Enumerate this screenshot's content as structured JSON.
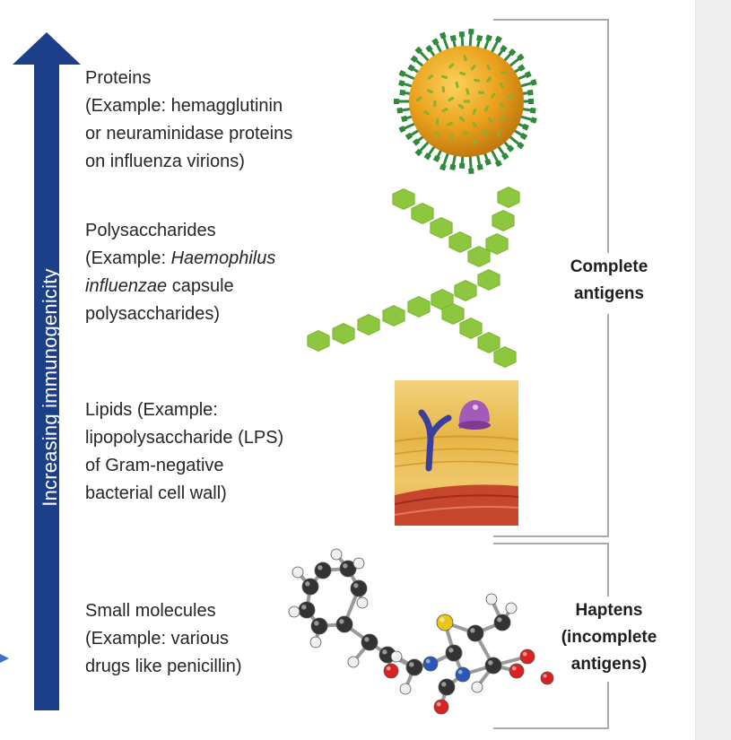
{
  "arrow": {
    "label": "Increasing immunogenicity",
    "color": "#1d3f8a"
  },
  "items": [
    {
      "lines": [
        "Proteins",
        "(Example: hemagglutinin",
        "or neuraminidase proteins",
        "on influenza virions)"
      ]
    },
    {
      "line1": "Polysaccharides",
      "line2_pre": "(Example: ",
      "line2_italic": "Haemophilus",
      "line3_italic": "influenzae",
      "line3_post": " capsule",
      "line4": "polysaccharides)"
    },
    {
      "lines": [
        "Lipids (Example:",
        "lipopolysaccharide (LPS)",
        "of Gram-negative",
        "bacterial cell wall)"
      ]
    },
    {
      "lines": [
        "Small molecules",
        "(Example: various",
        "drugs like penicillin)"
      ]
    }
  ],
  "groups": {
    "complete": [
      "Complete",
      "antigens"
    ],
    "haptens": [
      "Haptens",
      "(incomplete",
      "antigens)"
    ]
  },
  "colors": {
    "virus_core": "#e8a21a",
    "virus_spike": "#2f8a3c",
    "polysaccharide": "#8dc63f",
    "membrane": "#e9b943",
    "lps": "#3a3f9e",
    "protein": "#a35ab8",
    "carbon": "#333333",
    "oxygen": "#d8231f",
    "nitrogen": "#2c57b6",
    "sulfur": "#e8c816"
  }
}
